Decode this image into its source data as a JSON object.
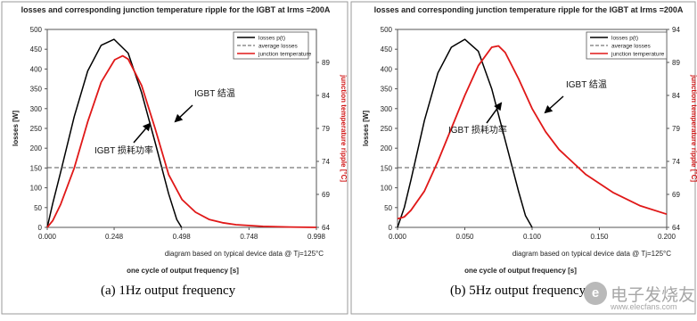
{
  "chart_data": [
    {
      "type": "line",
      "title": "losses and corresponding junction temperature ripple for the IGBT at Irms =200A",
      "xlabel": "one cycle of output frequency [s]",
      "ylabel": "losses [W]",
      "y2label": "junction temperature ripple [°C]",
      "note": "diagram based on typical device data @ Tj=125°C",
      "caption": "(a)  1Hz output frequency",
      "xlim": [
        0,
        0.998
      ],
      "ylim": [
        0,
        500
      ],
      "y2lim": [
        64,
        94
      ],
      "xticks": [
        "0.000",
        "0.248",
        "0.498",
        "0.748",
        "0.998"
      ],
      "yticks": [
        "0",
        "50",
        "100",
        "150",
        "200",
        "250",
        "300",
        "350",
        "400",
        "450",
        "500"
      ],
      "y2ticks": [
        "64",
        "69",
        "74",
        "79",
        "84",
        "89"
      ],
      "grid": false,
      "legend_position": "top-right",
      "series": [
        {
          "name": "losses p(t)",
          "axis": "left",
          "color": "#000000",
          "dash": false,
          "x": [
            0,
            0.02,
            0.05,
            0.1,
            0.15,
            0.2,
            0.248,
            0.3,
            0.35,
            0.4,
            0.45,
            0.48,
            0.498
          ],
          "y": [
            0,
            60,
            140,
            280,
            395,
            460,
            475,
            440,
            340,
            215,
            85,
            20,
            0
          ]
        },
        {
          "name": "average losses",
          "axis": "left",
          "color": "#555555",
          "dash": true,
          "x": [
            0,
            0.998
          ],
          "y": [
            151,
            151
          ]
        },
        {
          "name": "junction temperature",
          "axis": "right",
          "color": "#e01818",
          "dash": false,
          "x": [
            0,
            0.02,
            0.05,
            0.1,
            0.15,
            0.2,
            0.25,
            0.28,
            0.3,
            0.35,
            0.4,
            0.45,
            0.5,
            0.55,
            0.6,
            0.65,
            0.7,
            0.8,
            0.9,
            0.998
          ],
          "y": [
            64,
            65,
            67.5,
            73,
            80,
            86,
            89.4,
            90,
            89.5,
            85.5,
            79,
            72,
            68.2,
            66.3,
            65.2,
            64.7,
            64.4,
            64.15,
            64.05,
            64.0
          ]
        }
      ],
      "annotations": [
        "IGBT 结温",
        "IGBT 损耗功率"
      ]
    },
    {
      "type": "line",
      "title": "losses and corresponding junction temperature ripple for the IGBT at Irms =200A",
      "xlabel": "one cycle of output frequency [s]",
      "ylabel": "losses [W]",
      "y2label": "junction temperature ripple [°C]",
      "note": "diagram based on typical device data @ Tj=125°C",
      "caption": "(b)  5Hz output frequency",
      "xlim": [
        0,
        0.2
      ],
      "ylim": [
        0,
        500
      ],
      "y2lim": [
        64,
        94
      ],
      "xticks": [
        "0.000",
        "0.050",
        "0.100",
        "0.150",
        "0.200"
      ],
      "yticks": [
        "0",
        "50",
        "100",
        "150",
        "200",
        "250",
        "300",
        "350",
        "400",
        "450",
        "500"
      ],
      "y2ticks": [
        "64",
        "69",
        "74",
        "79",
        "84",
        "89",
        "94"
      ],
      "grid": false,
      "legend_position": "top-right",
      "series": [
        {
          "name": "losses p(t)",
          "axis": "left",
          "color": "#000000",
          "dash": false,
          "x": [
            0,
            0.005,
            0.01,
            0.02,
            0.03,
            0.04,
            0.05,
            0.06,
            0.07,
            0.08,
            0.09,
            0.095,
            0.1
          ],
          "y": [
            0,
            50,
            120,
            270,
            390,
            455,
            475,
            445,
            350,
            220,
            90,
            30,
            0
          ]
        },
        {
          "name": "average losses",
          "axis": "left",
          "color": "#555555",
          "dash": true,
          "x": [
            0,
            0.2
          ],
          "y": [
            151,
            151
          ]
        },
        {
          "name": "junction temperature",
          "axis": "right",
          "color": "#e01818",
          "dash": false,
          "x": [
            0,
            0.005,
            0.01,
            0.02,
            0.03,
            0.04,
            0.05,
            0.06,
            0.07,
            0.075,
            0.08,
            0.09,
            0.1,
            0.11,
            0.12,
            0.14,
            0.16,
            0.18,
            0.2
          ],
          "y": [
            65.3,
            65.6,
            66.6,
            69.5,
            74,
            79,
            84,
            88.5,
            91.3,
            91.5,
            90.5,
            86.5,
            82,
            78.5,
            75.8,
            72,
            69.3,
            67.3,
            66
          ]
        }
      ],
      "annotations": [
        "IGBT 结温",
        "IGBT 损耗功率"
      ]
    }
  ],
  "watermark": {
    "text": "电子发烧友",
    "url": "www.elecfans.com"
  }
}
